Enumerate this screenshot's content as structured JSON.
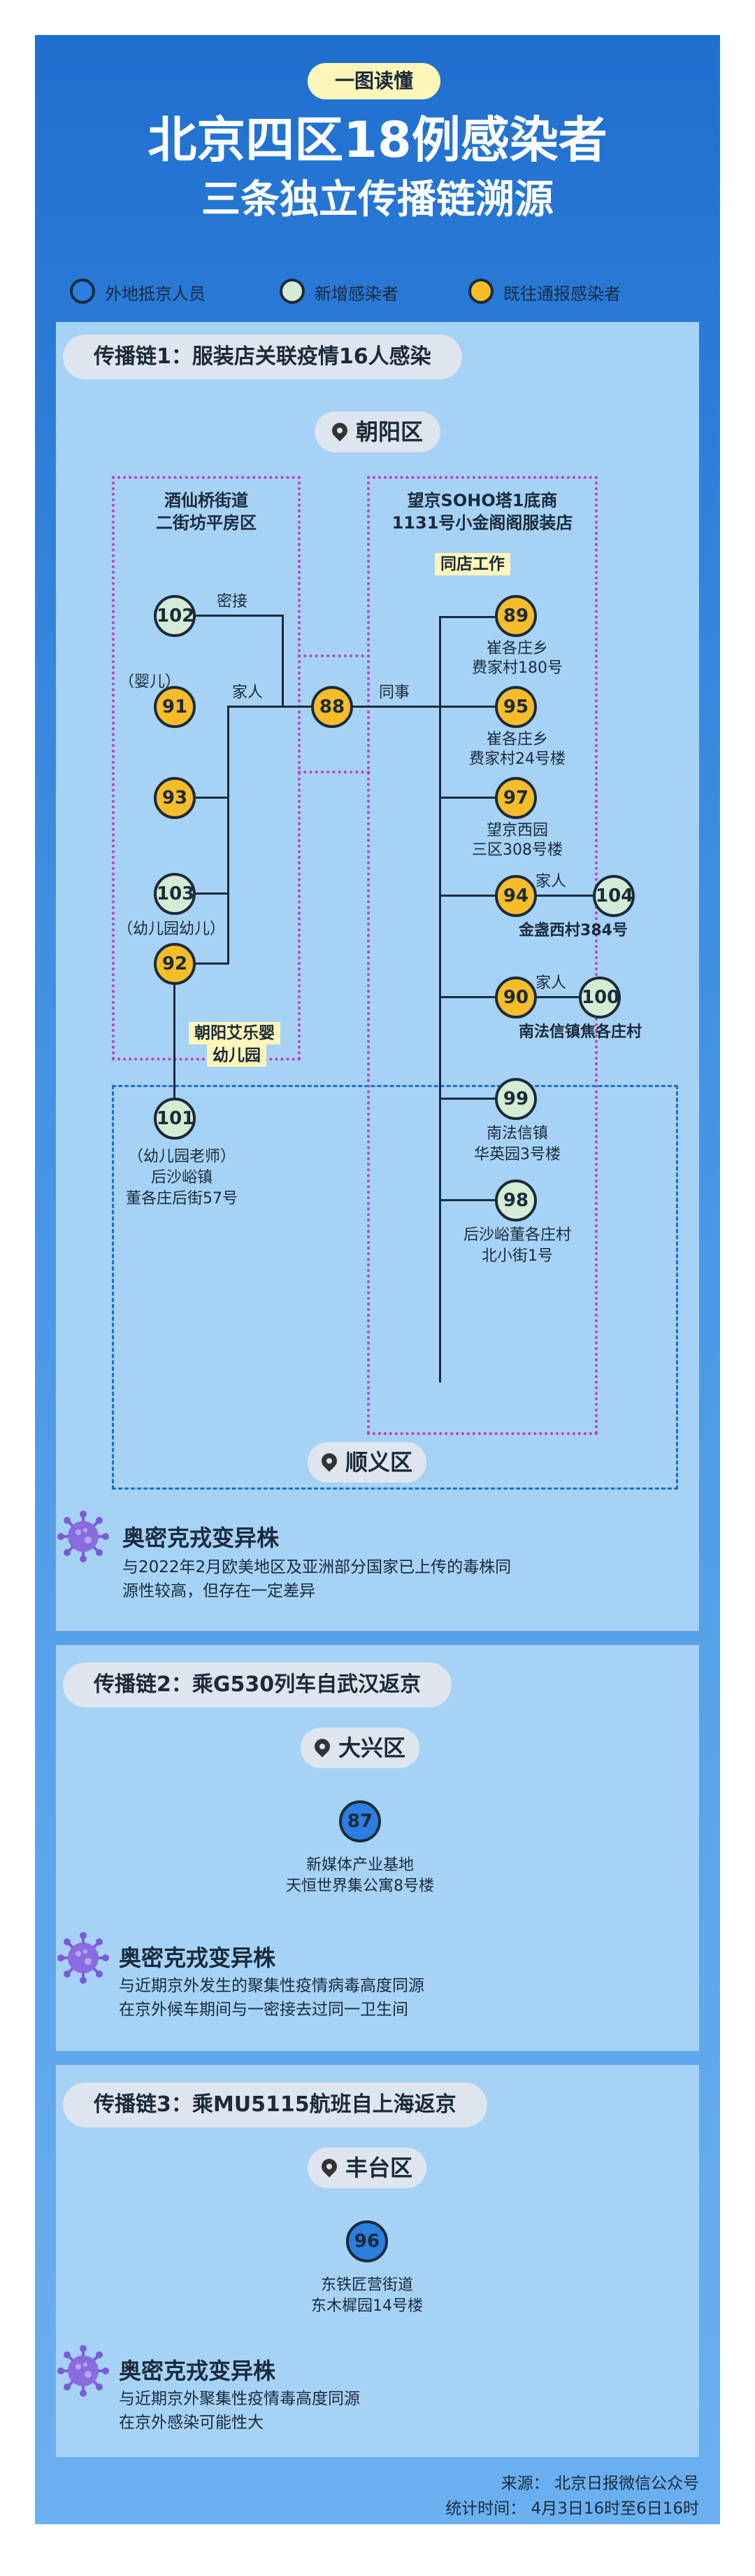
{
  "header": {
    "tag": "一图读懂",
    "title_line1": "北京四区18例感染者",
    "title_line2": "三条独立传播链溯源"
  },
  "legend": [
    {
      "label": "外地抵京人员",
      "color": "#2a7fe0"
    },
    {
      "label": "新增感染者",
      "color": "#d5ecd4"
    },
    {
      "label": "既往通报感染者",
      "color": "#f7bd28"
    }
  ],
  "chain1": {
    "title": "传播链1：服装店关联疫情16人感染",
    "district_chaoyang": "朝阳区",
    "district_shunyi": "顺义区",
    "box_left_title": [
      "酒仙桥街道",
      "二街坊平房区"
    ],
    "box_right_title": [
      "望京SOHO塔1底商",
      "1131号小金阁阁服装店"
    ],
    "same_store": "同店工作",
    "kindergarten": [
      "朝阳艾乐婴",
      "幼儿园"
    ],
    "rel_close_contact": "密接",
    "rel_family": "家人",
    "rel_colleague": "同事",
    "rel_family_94": "家人",
    "rel_family_90": "家人",
    "infant_label": "（婴儿）",
    "kid_label": "（幼儿园幼儿）",
    "nodes": {
      "n102": "102",
      "n91": "91",
      "n93": "93",
      "n103": "103",
      "n92": "92",
      "n88": "88",
      "n101": "101",
      "n89": "89",
      "n95": "95",
      "n97": "97",
      "n94": "94",
      "n104": "104",
      "n90": "90",
      "n100": "100",
      "n99": "99",
      "n98": "98"
    },
    "addr_89": [
      "崔各庄乡",
      "费家村180号"
    ],
    "addr_95": [
      "崔各庄乡",
      "费家村24号楼"
    ],
    "addr_97": [
      "望京西园",
      "三区308号楼"
    ],
    "addr_94": "金盏西村384号",
    "addr_90": "南法信镇焦各庄村",
    "addr_99": [
      "南法信镇",
      "华英园3号楼"
    ],
    "addr_98": [
      "后沙峪董各庄村",
      "北小街1号"
    ],
    "addr_101": [
      "（幼儿园老师）",
      "后沙峪镇",
      "董各庄后街57号"
    ],
    "omicron_title": "奥密克戎变异株",
    "omicron_desc": [
      "与2022年2月欧美地区及亚洲部分国家已上传的毒株同",
      "源性较高，但存在一定差异"
    ]
  },
  "chain2": {
    "title": "传播链2：乘G530列车自武汉返京",
    "district": "大兴区",
    "node": "87",
    "addr": [
      "新媒体产业基地",
      "天恒世界集公寓8号楼"
    ],
    "omicron_title": "奥密克戎变异株",
    "omicron_desc": [
      "与近期京外发生的聚集性疫情病毒高度同源",
      "在京外候车期间与一密接去过同一卫生间"
    ]
  },
  "chain3": {
    "title": "传播链3：乘MU5115航班自上海返京",
    "district": "丰台区",
    "node": "96",
    "addr": [
      "东铁匠营街道",
      "东木樨园14号楼"
    ],
    "omicron_title": "奥密克戎变异株",
    "omicron_desc": [
      "与近期京外聚集性疫情毒高度同源",
      "在京外感染可能性大"
    ]
  },
  "footer": {
    "source": "来源：  北京日报微信公众号",
    "stat_time": "统计时间：  4月3日16时至6日16时"
  }
}
